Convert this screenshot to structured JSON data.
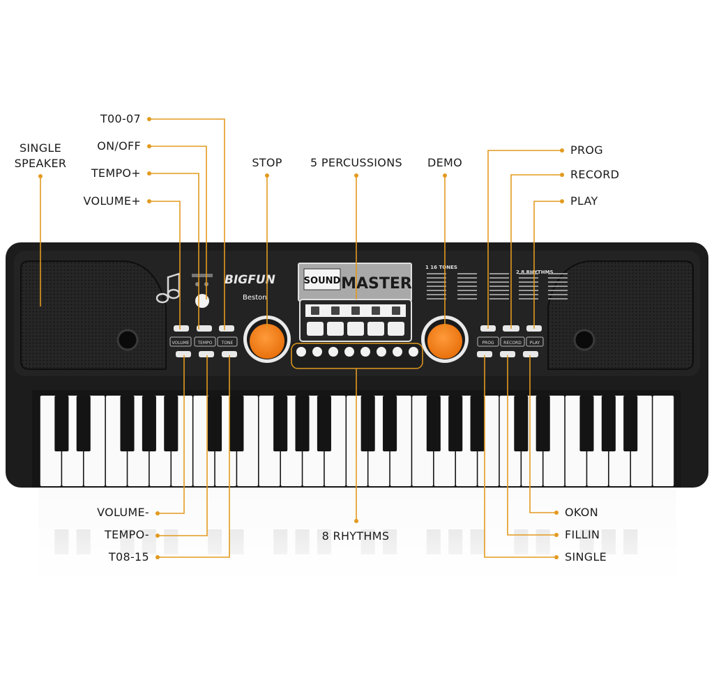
{
  "labels": {
    "t00_07": "T00-07",
    "on_off": "ON/OFF",
    "tempo_plus": "TEMPO+",
    "volume_plus": "VOLUME+",
    "single_speaker_1": "SINGLE",
    "single_speaker_2": "SPEAKER",
    "stop": "STOP",
    "five_percussions": "5 PERCUSSIONS",
    "demo": "DEMO",
    "prog": "PROG",
    "record": "RECORD",
    "play": "PLAY",
    "volume_minus": "VOLUME-",
    "tempo_minus": "TEMPO-",
    "t08_15": "T08-15",
    "eight_rhythms": "8 RHYTHMS",
    "okon": "OKON",
    "fillin": "FILLIN",
    "single": "SINGLE"
  },
  "keyboard": {
    "brand": "BIGFUN",
    "sub_brand": "Beston",
    "display_sound": "SOUND",
    "display_master": "MASTER",
    "tones_title": "16 TONES",
    "rhythms_title": "8 RHYTHMS",
    "button_volume": "VOLUME",
    "button_tempo": "TEMPO",
    "button_tone": "TONE",
    "button_prog": "PROG",
    "button_record": "RECORD",
    "button_play": "PLAY"
  },
  "colors": {
    "leader": "#e39a1f",
    "body": "#1c1c1c",
    "knob": "#f07a10"
  }
}
